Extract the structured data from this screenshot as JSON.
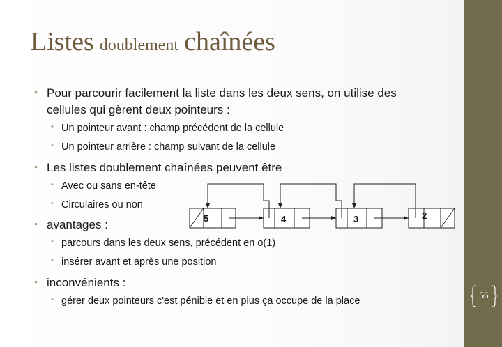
{
  "slide": {
    "title_part1": "Listes",
    "title_part2": "doublement",
    "title_part3": "chaînées",
    "bullets": [
      {
        "level": 1,
        "line1": "Pour parcourir facilement la liste dans les deux sens, on utilise des",
        "line2": "cellules qui gèrent deux pointeurs :"
      },
      {
        "level": 2,
        "text": "Un pointeur avant : champ précédent de la cellule"
      },
      {
        "level": 2,
        "text": "Un pointeur arrière : champ suivant de la cellule"
      },
      {
        "level": 1,
        "text": "Les listes doublement chaînées peuvent être"
      },
      {
        "level": 2,
        "text": "Avec ou sans en-tête"
      },
      {
        "level": 2,
        "text": "Circulaires ou non"
      },
      {
        "level": 1,
        "text": " avantages :"
      },
      {
        "level": 2,
        "text": "parcours dans les deux sens, précédent en o(1)"
      },
      {
        "level": 2,
        "text": "insérer avant et après une position"
      },
      {
        "level": 1,
        "text": "inconvénients :"
      },
      {
        "level": 2,
        "text": "gérer deux pointeurs c'est pénible et en plus ça occupe de la place"
      }
    ],
    "page_number": "56",
    "bullet_char": "•"
  },
  "diagram": {
    "cells": [
      "5",
      "4",
      "3",
      "2"
    ]
  },
  "colors": {
    "title": "#6e5a3c",
    "side_band": "#716a4b",
    "bullet": "#a69b7a"
  }
}
